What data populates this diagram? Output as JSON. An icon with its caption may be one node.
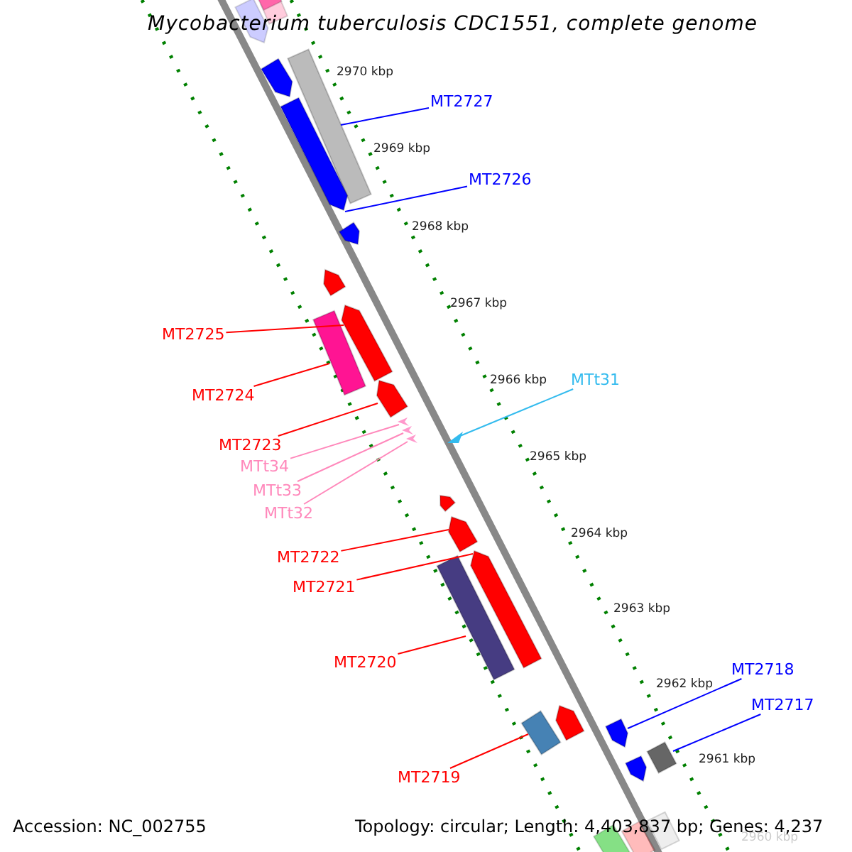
{
  "diagram": {
    "title": "Mycobacterium tuberculosis CDC1551, complete genome",
    "nodes": [
      {
        "text": [
          "MT2727"
        ]
      },
      {
        "text": [],
        "shape": "bar"
      },
      {
        "text": [
          "MT2726"
        ]
      },
      {
        "text": [],
        "shape": "bar"
      },
      {
        "text": [
          "MT2725"
        ]
      },
      {
        "text": [],
        "shape": "bar"
      },
      {
        "text": [
          "MT2724"
        ]
      },
      {
        "text": [],
        "shape": "bar"
      },
      {
        "text": [
          "MTt31"
        ]
      },
      {
        "text": [],
        "shape": "triangle"
      },
      {
        "text": [
          "MT2723"
        ]
      },
      {
        "text": [],
        "shape": "bar"
      },
      {
        "text": [
          "MTt34"
        ]
      },
      {
        "text": [],
        "shape": "chevron"
      },
      {
        "text": [
          "MTt33"
        ]
      },
      {
        "text": [],
        "shape": "chevron"
      },
      {
        "text": [
          "MTt32"
        ]
      },
      {
        "text": [],
        "shape": "chevron"
      },
      {
        "text": [
          "MT2722"
        ]
      },
      {
        "text": [],
        "shape": "bar"
      },
      {
        "text": [
          "MT2721"
        ]
      },
      {
        "text": [],
        "shape": "bar"
      },
      {
        "text": [
          "MT2720"
        ]
      },
      {
        "text": [],
        "shape": "bar"
      },
      {
        "text": [
          "MT2718"
        ]
      },
      {
        "text": [],
        "shape": "bar"
      },
      {
        "text": [
          "MT2717"
        ]
      },
      {
        "text": [],
        "shape": "bar"
      },
      {
        "text": [
          "MT2719"
        ]
      },
      {
        "text": [],
        "shape": "bar"
      },
      {
        "text": [],
        "shape": "bar"
      },
      {
        "text": [],
        "shape": "bar"
      },
      {
        "text": [],
        "shape": "bar"
      },
      {
        "text": [],
        "shape": "bar"
      },
      {
        "text": [],
        "shape": "bar"
      },
      {
        "text": [],
        "shape": "bar"
      }
    ],
    "edges": [
      {
        "from": 0,
        "to": 1,
        "arrow": "none",
        "color": "#0000ff"
      },
      {
        "from": 2,
        "to": 3,
        "arrow": "none",
        "color": "#0000ff"
      },
      {
        "from": 4,
        "to": 5,
        "arrow": "none"
      },
      {
        "from": 6,
        "to": 7,
        "arrow": "none"
      },
      {
        "from": 8,
        "to": 9,
        "arrow": "none",
        "color": "#33bbee"
      },
      {
        "from": 10,
        "to": 11,
        "arrow": "none"
      },
      {
        "from": 12,
        "to": 13,
        "arrow": "none",
        "color": "#ff88bb"
      },
      {
        "from": 14,
        "to": 15,
        "arrow": "none",
        "color": "#ff88bb"
      },
      {
        "from": 16,
        "to": 17,
        "arrow": "none",
        "color": "#ff88bb"
      },
      {
        "from": 18,
        "to": 19,
        "arrow": "none"
      },
      {
        "from": 20,
        "to": 21,
        "arrow": "none"
      },
      {
        "from": 22,
        "to": 23,
        "arrow": "none"
      },
      {
        "from": 24,
        "to": 25,
        "arrow": "none",
        "color": "#0000ff"
      },
      {
        "from": 26,
        "to": 27,
        "arrow": "none",
        "color": "#0000ff"
      },
      {
        "from": 28,
        "to": 29,
        "arrow": "none"
      }
    ],
    "labels": [
      "2970 kbp",
      "2969 kbp",
      "2968 kbp",
      "2967 kbp",
      "2966 kbp",
      "2965 kbp",
      "2964 kbp",
      "2963 kbp",
      "2962 kbp",
      "2961 kbp",
      "2960 kbp",
      "Accession: NC_002755",
      "Topology: circular; Length: 4,403,837 bp; Genes: 4,237"
    ]
  }
}
